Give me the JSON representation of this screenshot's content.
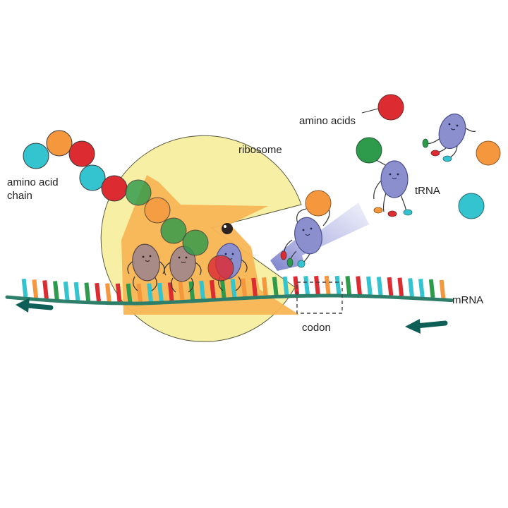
{
  "labels": {
    "amino_acid_chain": [
      "amino acid",
      "chain"
    ],
    "ribosome": "ribosome",
    "amino_acids": "amino acids",
    "trna": "tRNA",
    "mrna": "mRNA",
    "codon": "codon"
  },
  "colors": {
    "teal": "#33c4cf",
    "orange": "#f5973d",
    "red": "#dd2b32",
    "green": "#2e9a4c",
    "ribosome_pale": "#f7f0a4",
    "ribosome_body": "#f8b556",
    "trna_blue": "#8b8fce",
    "trna_brown": "#a88b86",
    "arrow_dark": "#0f5f59",
    "mrna_backbone": "#2e7f6a"
  },
  "icons": [
    "arrow-left-icon",
    "arrow-left-icon",
    "arrow-incoming-icon"
  ],
  "mrna_bases": [
    "teal",
    "orange",
    "red",
    "green",
    "teal",
    "teal",
    "green",
    "red",
    "orange",
    "red",
    "green",
    "orange",
    "teal",
    "teal",
    "red",
    "orange",
    "green",
    "teal",
    "red",
    "green",
    "teal",
    "orange",
    "red",
    "orange",
    "green",
    "teal",
    "red",
    "teal",
    "red",
    "orange",
    "teal",
    "green",
    "red",
    "teal",
    "teal",
    "red",
    "red",
    "teal",
    "teal",
    "green",
    "orange"
  ],
  "chain_beads": [
    "teal",
    "orange",
    "red",
    "teal",
    "red",
    "green",
    "orange",
    "green",
    "green",
    "red"
  ]
}
